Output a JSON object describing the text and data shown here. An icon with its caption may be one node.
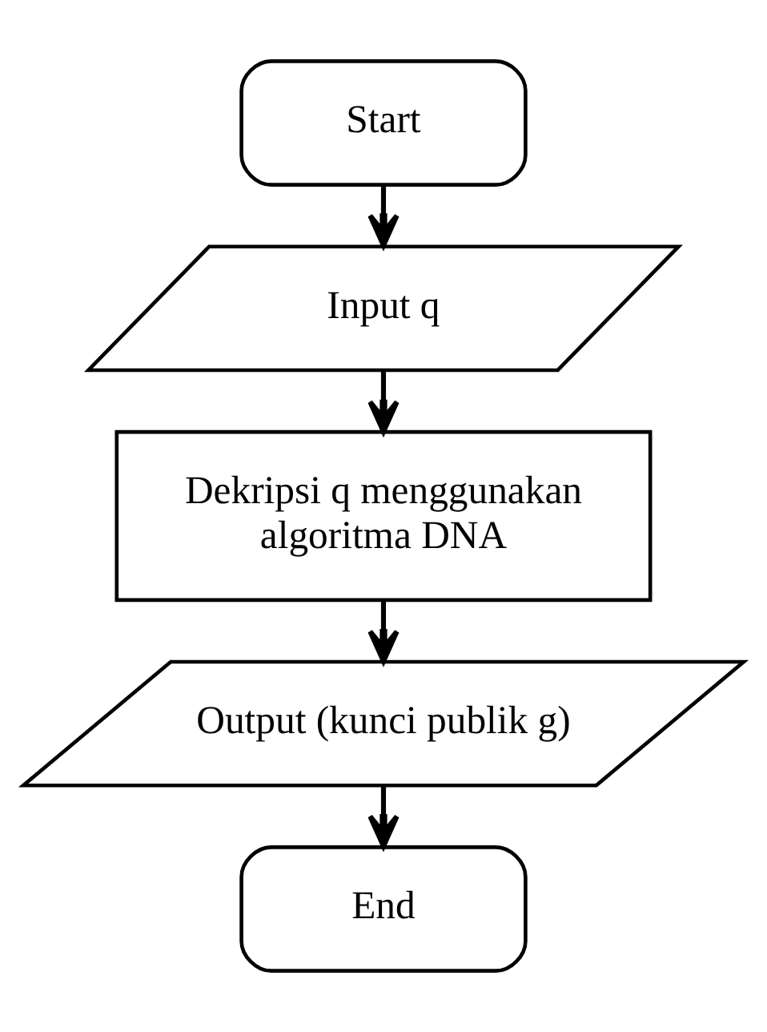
{
  "diagram": {
    "nodes": [
      {
        "text": [
          "Start"
        ]
      },
      {
        "text": [
          "Input q"
        ]
      },
      {
        "text": [
          "Dekripsi q menggunakan algoritma DNA"
        ]
      },
      {
        "text": [
          "Output (kunci publik g)"
        ]
      },
      {
        "text": [
          "End"
        ]
      }
    ],
    "edges": [
      {
        "from": 0,
        "to": 1,
        "arrow": "to"
      },
      {
        "from": 1,
        "to": 2,
        "arrow": "to"
      },
      {
        "from": 2,
        "to": 3,
        "arrow": "to"
      },
      {
        "from": 3,
        "to": 4,
        "arrow": "to"
      }
    ]
  }
}
